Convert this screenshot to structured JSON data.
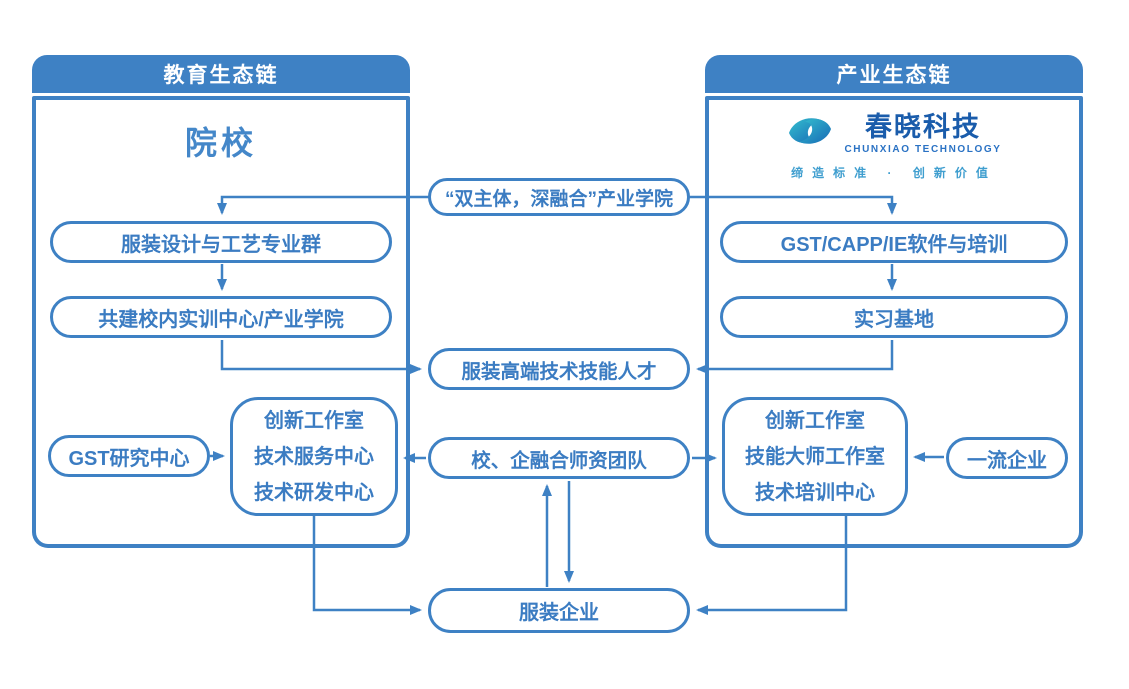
{
  "colors": {
    "primary_blue": "#3e81c4",
    "box_text_blue": "#3b7cc2",
    "title_blue": "#4487c9",
    "logo_dark_blue": "#1a5cab",
    "logo_sub_blue": "#2a72c4",
    "logo_teal": "#35c0cf",
    "tagline_teal_blue": "#3f9ecf",
    "header_text": "#ffffff"
  },
  "left_panel": {
    "header": "教育生态链",
    "title": "院校",
    "box1": "服装设计与工艺专业群",
    "box2": "共建校内实训中心/产业学院",
    "side_box": "GST研究中心",
    "tri_box": {
      "line1": "创新工作室",
      "line2": "技术服务中心",
      "line3": "技术研发中心"
    }
  },
  "right_panel": {
    "header": "产业生态链",
    "logo": {
      "name": "春晓科技",
      "subtitle": "CHUNXIAO TECHNOLOGY",
      "tagline": "缔造标准 · 创新价值",
      "icon": "vortex-eye-swoosh"
    },
    "box1": "GST/CAPP/IE软件与培训",
    "box2": "实习基地",
    "side_box": "一流企业",
    "tri_box": {
      "line1": "创新工作室",
      "line2": "技能大师工作室",
      "line3": "技术培训中心"
    }
  },
  "middle": {
    "top_box": "“双主体，深融合”产业学院",
    "talent_box": "服装高端技术技能人才",
    "team_box": "校、企融合师资团队",
    "bottom_box": "服装企业"
  }
}
